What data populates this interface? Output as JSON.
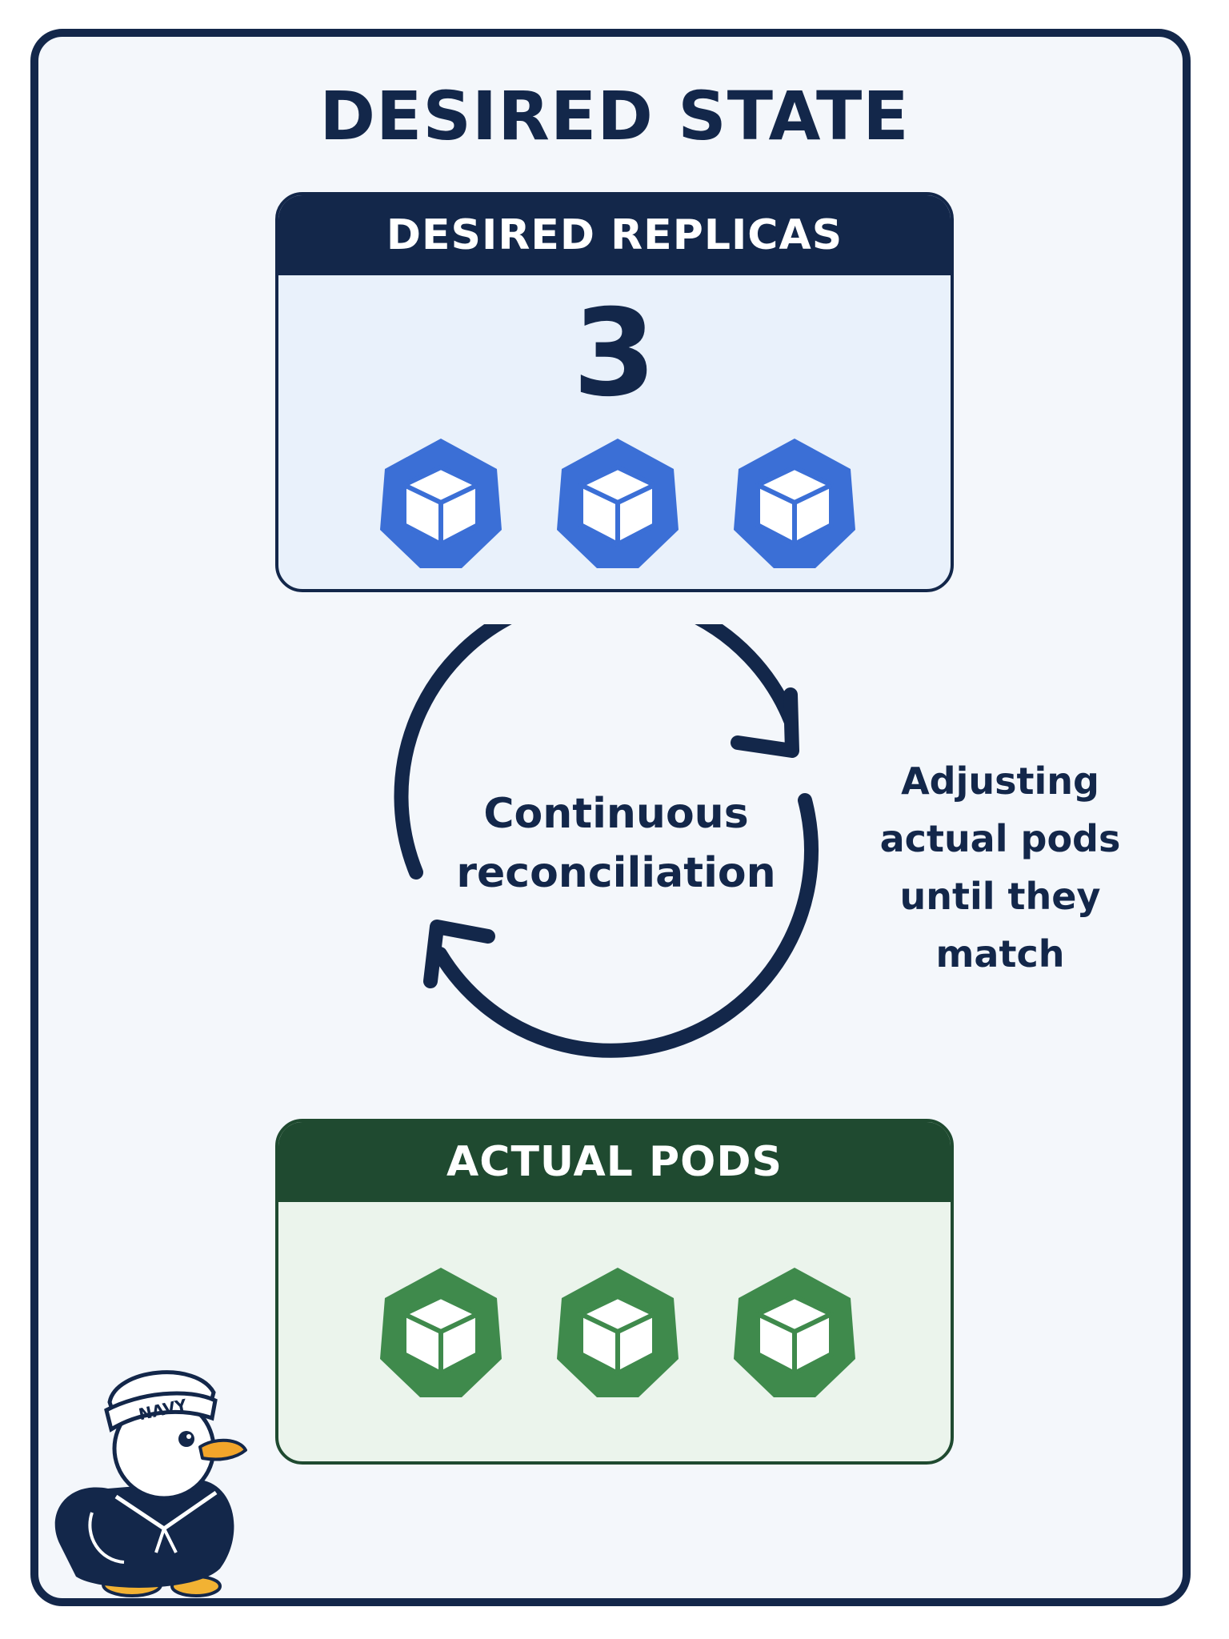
{
  "title": "DESIRED STATE",
  "desired_panel": {
    "header": "DESIRED REPLICAS",
    "count": "3",
    "pod_icon": "cube-icon",
    "color": "#13274a",
    "pod_color": "#3b6fd6"
  },
  "reconciliation": {
    "label_line1": "Continuous",
    "label_line2": "reconciliation",
    "icon": "cycle-arrows-icon"
  },
  "side_note": {
    "line1": "Adjusting",
    "line2": "actual pods",
    "line3": "until they",
    "line4": "match"
  },
  "actual_panel": {
    "header": "ACTUAL PODS",
    "pod_icon": "cube-icon",
    "color": "#1f4a30",
    "pod_color": "#3f8a4c"
  },
  "mascot": {
    "hat_text": "NAVY",
    "icon": "sailor-duck-icon"
  }
}
